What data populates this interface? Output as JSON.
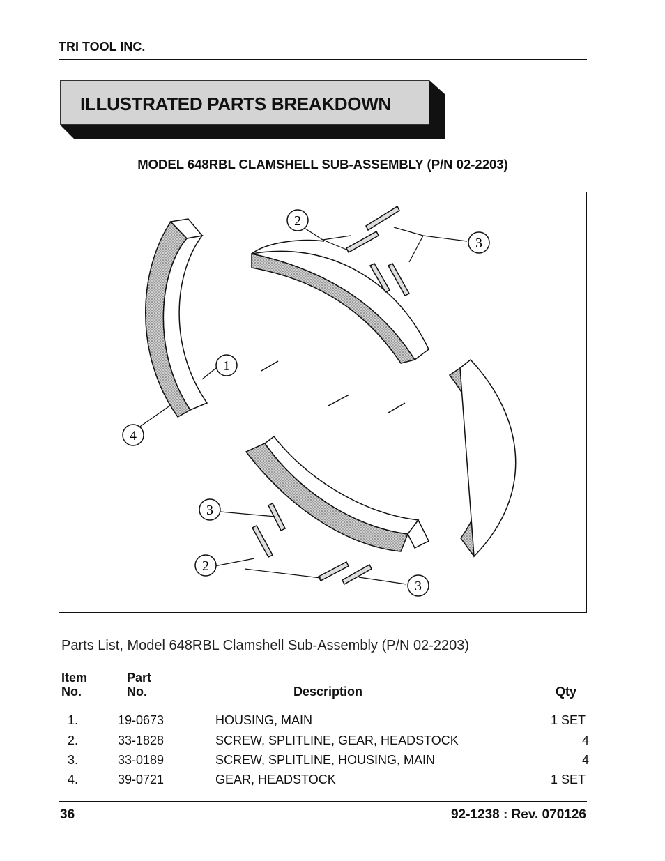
{
  "header": {
    "company": "TRI TOOL INC."
  },
  "banner": {
    "title": "ILLUSTRATED PARTS BREAKDOWN"
  },
  "subtitle": "MODEL 648RBL CLAMSHELL SUB-ASSEMBLY (P/N 02-2203)",
  "figure": {
    "callouts": [
      "2",
      "3",
      "1",
      "4",
      "3",
      "2",
      "3"
    ]
  },
  "parts_list": {
    "caption": "Parts List, Model 648RBL Clamshell Sub-Assembly (P/N 02-2203)",
    "headers": {
      "item_line1": "Item",
      "item_line2": "No.",
      "part_line1": "Part",
      "part_line2": "No.",
      "description": "Description",
      "qty": "Qty"
    },
    "rows": [
      {
        "item": "1.",
        "part": "19-0673",
        "description": "HOUSING, MAIN",
        "qty": "1 SET"
      },
      {
        "item": "2.",
        "part": "33-1828",
        "description": "SCREW, SPLITLINE, GEAR, HEADSTOCK",
        "qty": "4"
      },
      {
        "item": "3.",
        "part": "33-0189",
        "description": "SCREW, SPLITLINE, HOUSING, MAIN",
        "qty": "4"
      },
      {
        "item": "4.",
        "part": "39-0721",
        "description": "GEAR, HEADSTOCK",
        "qty": "1 SET"
      }
    ]
  },
  "footer": {
    "page": "36",
    "doc_rev": "92-1238 : Rev. 070126"
  }
}
